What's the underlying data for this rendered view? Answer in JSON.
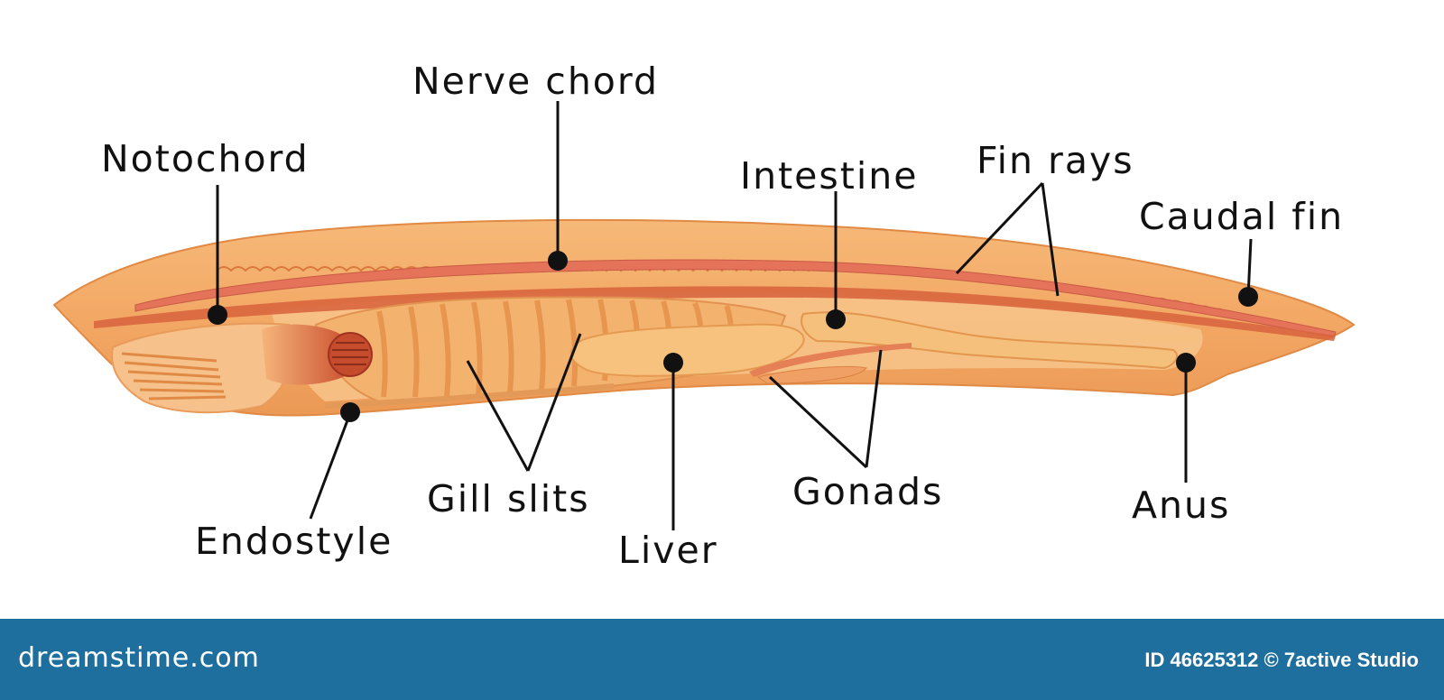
{
  "labels": {
    "nerve_chord": "Nerve chord",
    "notochord": "Notochord",
    "intestine": "Intestine",
    "fin_rays": "Fin rays",
    "caudal_fin": "Caudal fin",
    "gill_slits": "Gill slits",
    "liver": "Liver",
    "gonads": "Gonads",
    "anus": "Anus",
    "endostyle": "Endostyle"
  },
  "footer": {
    "logo": "dreamstime.com",
    "credit": "ID 46625312 © 7active Studio"
  },
  "colors": {
    "body": "#f2a96a",
    "body_outline": "#e08a45",
    "inner": "#f7c489",
    "pharynx": "#f4b26f",
    "nerve_chord": "#e4735a",
    "notochord": "#d9663f",
    "mouth": "#cc4b2c",
    "footer_bg": "#1f6f9e"
  }
}
